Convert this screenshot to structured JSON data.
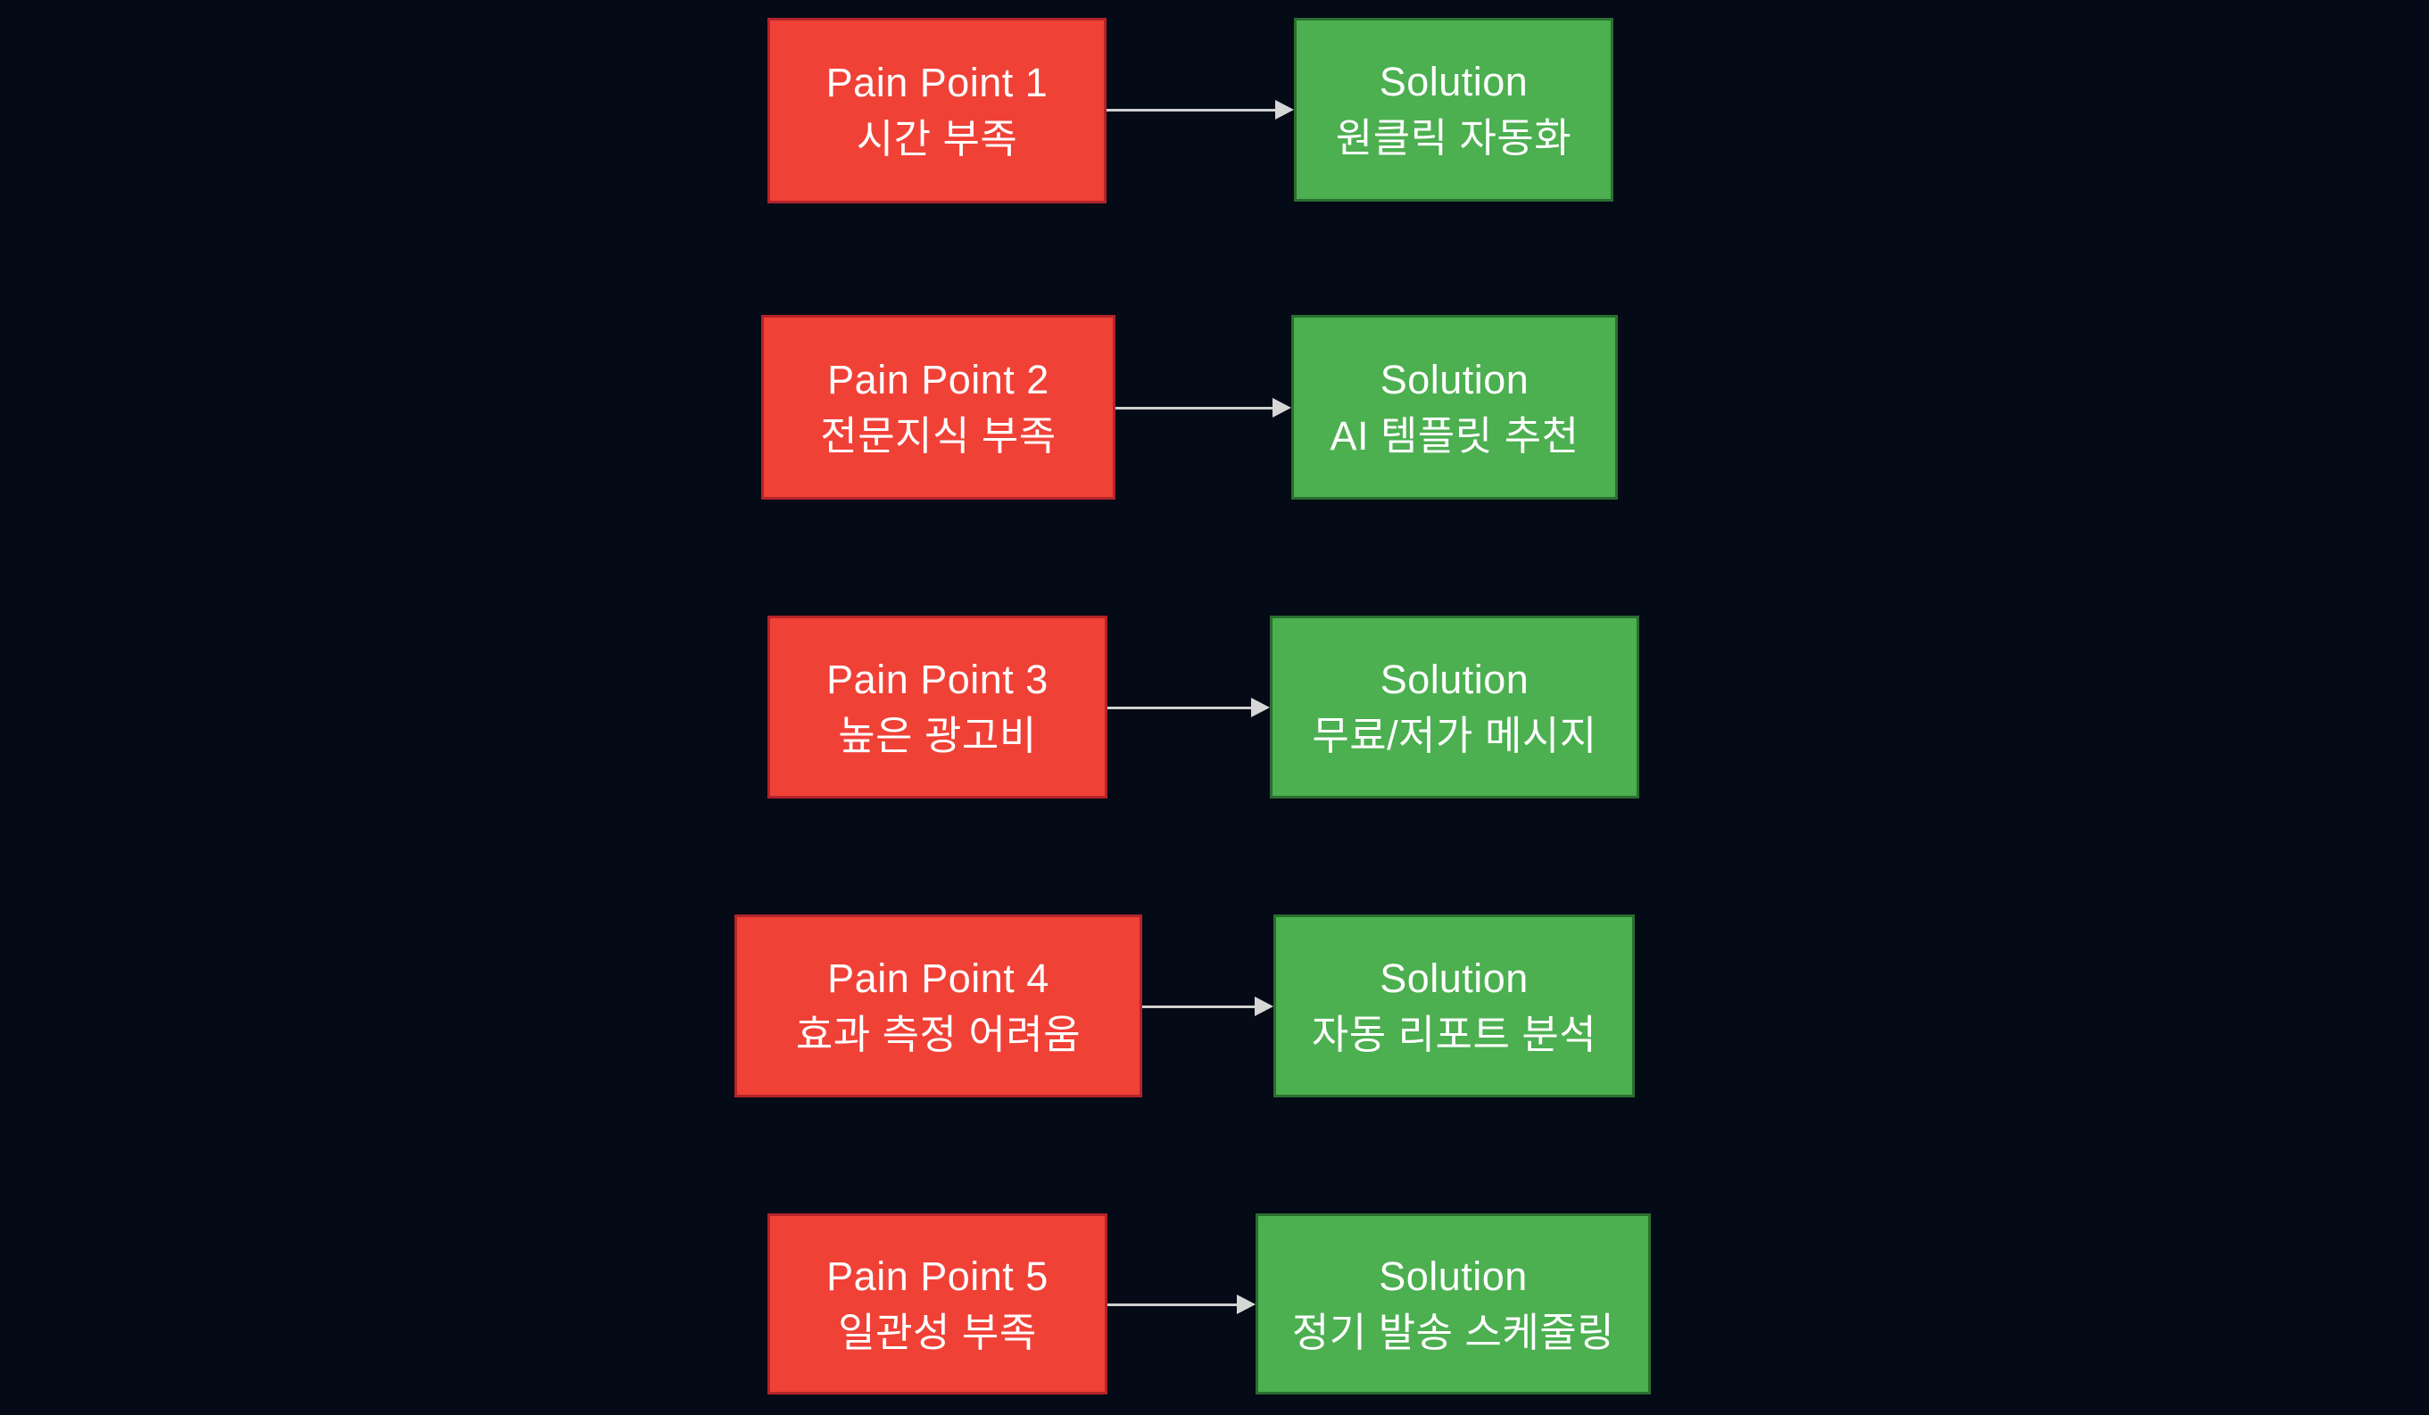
{
  "diagram": {
    "background_color": "#040a16",
    "pain_fill_color": "#f04137",
    "pain_border_color": "#b3242a",
    "solution_fill_color": "#4caf50",
    "solution_border_color": "#2b6e2f",
    "arrow_color": "#cfcfcf",
    "text_color": "#ffffff"
  },
  "rows": [
    {
      "pain_title": "Pain Point 1",
      "pain_text": "시간 부족",
      "solution_title": "Solution",
      "solution_text": "원클릭 자동화"
    },
    {
      "pain_title": "Pain Point 2",
      "pain_text": "전문지식 부족",
      "solution_title": "Solution",
      "solution_text": "AI 템플릿 추천"
    },
    {
      "pain_title": "Pain Point 3",
      "pain_text": "높은 광고비",
      "solution_title": "Solution",
      "solution_text": "무료/저가 메시지"
    },
    {
      "pain_title": "Pain Point 4",
      "pain_text": "효과 측정 어려움",
      "solution_title": "Solution",
      "solution_text": "자동 리포트 분석"
    },
    {
      "pain_title": "Pain Point 5",
      "pain_text": "일관성 부족",
      "solution_title": "Solution",
      "solution_text": "정기 발송 스케줄링"
    }
  ]
}
